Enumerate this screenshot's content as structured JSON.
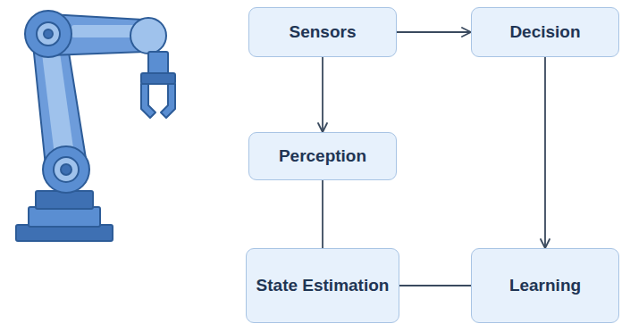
{
  "diagram": {
    "nodes": [
      {
        "text": [
          "Sensors"
        ]
      },
      {
        "text": [
          "Decision"
        ]
      },
      {
        "text": [
          "Perception"
        ]
      },
      {
        "text": [
          "State Estimation"
        ]
      },
      {
        "text": [
          "Learning"
        ]
      }
    ],
    "edges": [
      {
        "from": 0,
        "to": 1,
        "arrow": "to"
      },
      {
        "from": 0,
        "to": 2,
        "arrow": "to"
      },
      {
        "from": 2,
        "to": 3,
        "arrow": "none"
      },
      {
        "from": 3,
        "to": 4,
        "arrow": "none"
      },
      {
        "from": 1,
        "to": 4,
        "arrow": "to"
      }
    ]
  }
}
